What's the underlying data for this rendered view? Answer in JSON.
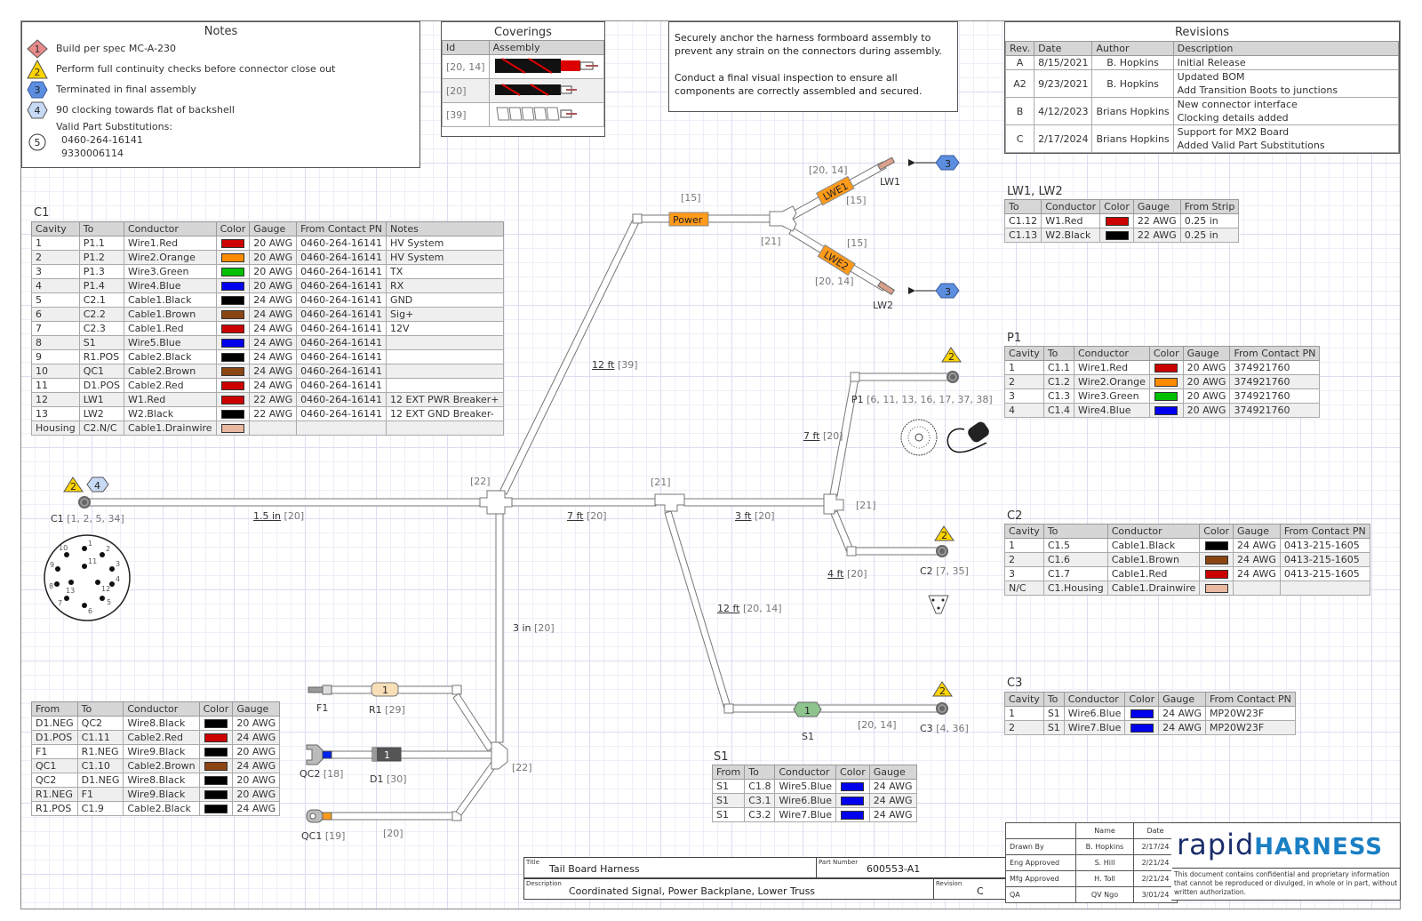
{
  "notes": {
    "title": "Notes",
    "items": [
      {
        "marker": "1",
        "shape": "diamond",
        "text": "Build per spec MC-A-230"
      },
      {
        "marker": "2",
        "shape": "triangle",
        "text": "Perform full continuity checks before connector close out"
      },
      {
        "marker": "3",
        "shape": "hexagon-blue",
        "text": "Terminated in final assembly"
      },
      {
        "marker": "4",
        "shape": "hexagon-light",
        "text": "90 clocking towards flat of backshell"
      },
      {
        "marker": "5",
        "shape": "circle",
        "text": "Valid Part Substitutions:",
        "sub": [
          "0460-264-16141",
          "9330006114"
        ]
      }
    ]
  },
  "coverings": {
    "title": "Coverings",
    "headers": [
      "Id",
      "Assembly"
    ],
    "rows": [
      {
        "id": "[20, 14]",
        "type": "braid-red-boot"
      },
      {
        "id": "[20]",
        "type": "braid"
      },
      {
        "id": "[39]",
        "type": "spiral"
      }
    ]
  },
  "instructions": {
    "p1": "Securely anchor the harness formboard assembly to prevent any strain on the connectors during assembly.",
    "p2": "Conduct a final visual inspection to ensure all components are correctly assembled and secured."
  },
  "revisions": {
    "title": "Revisions",
    "headers": [
      "Rev.",
      "Date",
      "Author",
      "Description"
    ],
    "rows": [
      {
        "rev": "A",
        "date": "8/15/2021",
        "author": "B. Hopkins",
        "desc": [
          "Initial Release"
        ]
      },
      {
        "rev": "A2",
        "date": "9/23/2021",
        "author": "B. Hopkins",
        "desc": [
          "Updated BOM",
          "Add Transition Boots to junctions"
        ]
      },
      {
        "rev": "B",
        "date": "4/12/2023",
        "author": "Brians Hopkins",
        "desc": [
          "New connector interface",
          "Clocking details added"
        ]
      },
      {
        "rev": "C",
        "date": "2/17/2024",
        "author": "Brians Hopkins",
        "desc": [
          "Support for MX2 Board",
          "Added Valid Part Substitutions"
        ]
      }
    ]
  },
  "c1_table": {
    "label": "C1",
    "headers": [
      "Cavity",
      "To",
      "Conductor",
      "Color",
      "Gauge",
      "From Contact PN",
      "Notes"
    ],
    "rows": [
      [
        "1",
        "P1.1",
        "Wire1.Red",
        "#cc0000",
        "20 AWG",
        "0460-264-16141",
        "HV System"
      ],
      [
        "2",
        "P1.2",
        "Wire2.Orange",
        "#ff8c00",
        "20 AWG",
        "0460-264-16141",
        "HV System"
      ],
      [
        "3",
        "P1.3",
        "Wire3.Green",
        "#00c000",
        "20 AWG",
        "0460-264-16141",
        "TX"
      ],
      [
        "4",
        "P1.4",
        "Wire4.Blue",
        "#0000ee",
        "20 AWG",
        "0460-264-16141",
        "RX"
      ],
      [
        "5",
        "C2.1",
        "Cable1.Black",
        "#000000",
        "24 AWG",
        "0460-264-16141",
        "GND"
      ],
      [
        "6",
        "C2.2",
        "Cable1.Brown",
        "#8b4513",
        "24 AWG",
        "0460-264-16141",
        "Sig+"
      ],
      [
        "7",
        "C2.3",
        "Cable1.Red",
        "#cc0000",
        "24 AWG",
        "0460-264-16141",
        "12V"
      ],
      [
        "8",
        "S1",
        "Wire5.Blue",
        "#0000ee",
        "24 AWG",
        "0460-264-16141",
        ""
      ],
      [
        "9",
        "R1.POS",
        "Cable2.Black",
        "#000000",
        "24 AWG",
        "0460-264-16141",
        ""
      ],
      [
        "10",
        "QC1",
        "Cable2.Brown",
        "#8b4513",
        "24 AWG",
        "0460-264-16141",
        ""
      ],
      [
        "11",
        "D1.POS",
        "Cable2.Red",
        "#cc0000",
        "24 AWG",
        "0460-264-16141",
        ""
      ],
      [
        "12",
        "LW1",
        "W1.Red",
        "#cc0000",
        "22 AWG",
        "0460-264-16141",
        "12 EXT PWR Breaker+"
      ],
      [
        "13",
        "LW2",
        "W2.Black",
        "#000000",
        "22 AWG",
        "0460-264-16141",
        "12 EXT GND Breaker-"
      ],
      [
        "Housing",
        "C2.N/C",
        "Cable1.Drainwire",
        "#e8b8a0",
        "",
        "",
        ""
      ]
    ]
  },
  "lw_table": {
    "label": "LW1, LW2",
    "headers": [
      "To",
      "Conductor",
      "Color",
      "Gauge",
      "From Strip"
    ],
    "rows": [
      [
        "C1.12",
        "W1.Red",
        "#cc0000",
        "22 AWG",
        "0.25 in"
      ],
      [
        "C1.13",
        "W2.Black",
        "#000000",
        "22 AWG",
        "0.25 in"
      ]
    ]
  },
  "p1_table": {
    "label": "P1",
    "headers": [
      "Cavity",
      "To",
      "Conductor",
      "Color",
      "Gauge",
      "From Contact PN"
    ],
    "rows": [
      [
        "1",
        "C1.1",
        "Wire1.Red",
        "#cc0000",
        "20 AWG",
        "374921760"
      ],
      [
        "2",
        "C1.2",
        "Wire2.Orange",
        "#ff8c00",
        "20 AWG",
        "374921760"
      ],
      [
        "3",
        "C1.3",
        "Wire3.Green",
        "#00c000",
        "20 AWG",
        "374921760"
      ],
      [
        "4",
        "C1.4",
        "Wire4.Blue",
        "#0000ee",
        "20 AWG",
        "374921760"
      ]
    ]
  },
  "c2_table": {
    "label": "C2",
    "headers": [
      "Cavity",
      "To",
      "Conductor",
      "Color",
      "Gauge",
      "From Contact PN"
    ],
    "rows": [
      [
        "1",
        "C1.5",
        "Cable1.Black",
        "#000000",
        "24 AWG",
        "0413-215-1605"
      ],
      [
        "2",
        "C1.6",
        "Cable1.Brown",
        "#8b4513",
        "24 AWG",
        "0413-215-1605"
      ],
      [
        "3",
        "C1.7",
        "Cable1.Red",
        "#cc0000",
        "24 AWG",
        "0413-215-1605"
      ],
      [
        "N/C",
        "C1.Housing",
        "Cable1.Drainwire",
        "#e8b8a0",
        "",
        ""
      ]
    ]
  },
  "c3_table": {
    "label": "C3",
    "headers": [
      "Cavity",
      "To",
      "Conductor",
      "Color",
      "Gauge",
      "From Contact PN"
    ],
    "rows": [
      [
        "1",
        "S1",
        "Wire6.Blue",
        "#0000ee",
        "24 AWG",
        "MP20W23F"
      ],
      [
        "2",
        "S1",
        "Wire7.Blue",
        "#0000ee",
        "24 AWG",
        "MP20W23F"
      ]
    ]
  },
  "s1_table": {
    "label": "S1",
    "headers": [
      "From",
      "To",
      "Conductor",
      "Color",
      "Gauge"
    ],
    "rows": [
      [
        "S1",
        "C1.8",
        "Wire5.Blue",
        "#0000ee",
        "24 AWG"
      ],
      [
        "S1",
        "C3.1",
        "Wire6.Blue",
        "#0000ee",
        "24 AWG"
      ],
      [
        "S1",
        "C3.2",
        "Wire7.Blue",
        "#0000ee",
        "24 AWG"
      ]
    ]
  },
  "misc_table": {
    "headers": [
      "From",
      "To",
      "Conductor",
      "Color",
      "Gauge"
    ],
    "rows": [
      [
        "D1.NEG",
        "QC2",
        "Wire8.Black",
        "#000000",
        "20 AWG"
      ],
      [
        "D1.POS",
        "C1.11",
        "Cable2.Red",
        "#cc0000",
        "24 AWG"
      ],
      [
        "F1",
        "R1.NEG",
        "Wire9.Black",
        "#000000",
        "20 AWG"
      ],
      [
        "QC1",
        "C1.10",
        "Cable2.Brown",
        "#8b4513",
        "24 AWG"
      ],
      [
        "QC2",
        "D1.NEG",
        "Wire8.Black",
        "#000000",
        "20 AWG"
      ],
      [
        "R1.NEG",
        "F1",
        "Wire9.Black",
        "#000000",
        "20 AWG"
      ],
      [
        "R1.POS",
        "C1.9",
        "Cable2.Black",
        "#000000",
        "24 AWG"
      ]
    ]
  },
  "diagram": {
    "connectors": {
      "c1": {
        "name": "C1",
        "ids": "[1, 2, 5, 34]"
      },
      "p1": {
        "name": "P1",
        "ids": "[6, 11, 13, 16, 17, 37, 38]"
      },
      "c2": {
        "name": "C2",
        "ids": "[7, 35]"
      },
      "c3": {
        "name": "C3",
        "ids": "[4, 36]"
      },
      "lw1": {
        "name": "LW1"
      },
      "lw2": {
        "name": "LW2"
      },
      "f1": {
        "name": "F1"
      },
      "qc2": {
        "name": "QC2",
        "ids": "[18]"
      },
      "qc1": {
        "name": "QC1",
        "ids": "[19]"
      }
    },
    "components": {
      "r1": {
        "name": "R1",
        "ids": "[29]",
        "marker": "1"
      },
      "d1": {
        "name": "D1",
        "ids": "[30]",
        "marker": "1"
      },
      "s1": {
        "name": "S1",
        "marker": "1"
      }
    },
    "labels": {
      "power": "Power",
      "lwe1": "LWE1",
      "lwe2": "LWE2"
    },
    "segments": {
      "c1_seg": {
        "len": "1.5 in",
        "ids": "[20]"
      },
      "up_seg": {
        "len": "12 ft",
        "ids": "[39]"
      },
      "mid_seg": {
        "len": "7 ft",
        "ids": "[20]"
      },
      "right_seg": {
        "len": "3 ft",
        "ids": "[20]"
      },
      "p1_seg": {
        "len": "7 ft",
        "ids": "[20]"
      },
      "c2_seg": {
        "len": "4 ft",
        "ids": "[20]"
      },
      "s1_seg": {
        "len": "12 ft",
        "ids": "[20, 14]"
      },
      "down_seg": {
        "len": "3 in",
        "ids": "[20]"
      }
    },
    "ids": {
      "power_15": "[15]",
      "lwe1_2014": "[20, 14]",
      "lwe1_15": "[15]",
      "lwe2_15": "[15]",
      "lwe2_2014": "[20, 14]",
      "y_21": "[21]",
      "j1_22": "[22]",
      "j2_21": "[21]",
      "j3_21": "[21]",
      "j4_22": "[22]",
      "qc1_20": "[20]",
      "c3_2014": "[20, 14]"
    },
    "markers": {
      "note2": "2",
      "note3": "3",
      "note4": "4"
    }
  },
  "title_block": {
    "title_label": "Title",
    "title": "Tail Board Harness",
    "part_label": "Part Number",
    "part_number": "600553-A1",
    "desc_label": "Description",
    "description": "Coordinated Signal, Power Backplane, Lower Truss",
    "rev_label": "Revision",
    "revision": "C"
  },
  "approvals": {
    "headers": [
      "",
      "Name",
      "Date"
    ],
    "rows": [
      [
        "Drawn By",
        "B. Hopkins",
        "2/17/24"
      ],
      [
        "Eng Approved",
        "S. Hill",
        "2/21/24"
      ],
      [
        "Mfg Approved",
        "H. Toll",
        "2/21/24"
      ],
      [
        "QA",
        "QV Ngo",
        "3/01/24"
      ]
    ]
  },
  "logo": {
    "part1": "rapid",
    "part2": "HARNESS"
  },
  "confidential": "This document contains confidential and proprietary information that cannot be reproduced or divulged, in whole or in part, without written authorization.",
  "colors": {
    "orange": "#ff9a1a",
    "note_yellow": "#ffd400",
    "note_blue": "#5b8ee0",
    "note_light": "#c8daf5",
    "note_red": "#e88a8a",
    "grey_text": "#777777",
    "logo_blue": "#1a7fc4",
    "logo_dark": "#1a2d6b"
  }
}
